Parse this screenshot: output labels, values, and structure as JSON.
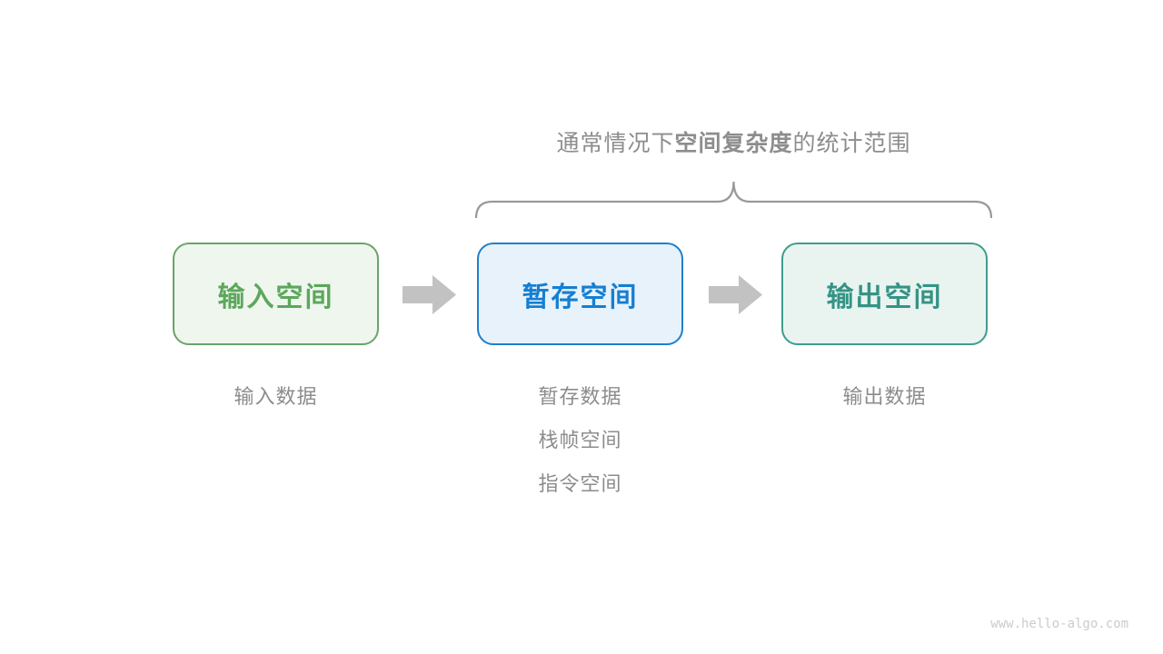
{
  "title": {
    "prefix": "通常情况下",
    "emphasis": "空间复杂度",
    "suffix": "的统计范围"
  },
  "boxes": [
    {
      "id": "input-space",
      "label": "输入空间"
    },
    {
      "id": "temp-space",
      "label": "暂存空间"
    },
    {
      "id": "output-space",
      "label": "输出空间"
    }
  ],
  "notes": {
    "input": [
      "输入数据"
    ],
    "temp": [
      "暂存数据",
      "栈帧空间",
      "指令空间"
    ],
    "output": [
      "输出数据"
    ]
  },
  "watermark": "www.hello-algo.com",
  "colors": {
    "input_border": "#6ba36b",
    "input_bg": "#eef6ee",
    "input_text": "#5ca75c",
    "temp_border": "#1f7fcb",
    "temp_bg": "#e8f2fb",
    "temp_text": "#157fd2",
    "output_border": "#3f9c8e",
    "output_bg": "#e9f4f1",
    "output_text": "#359385",
    "muted_text": "#8c8c8c",
    "brace_stroke": "#999999",
    "arrow_fill": "#c2c2c2",
    "watermark_text": "#cbcbcb"
  }
}
